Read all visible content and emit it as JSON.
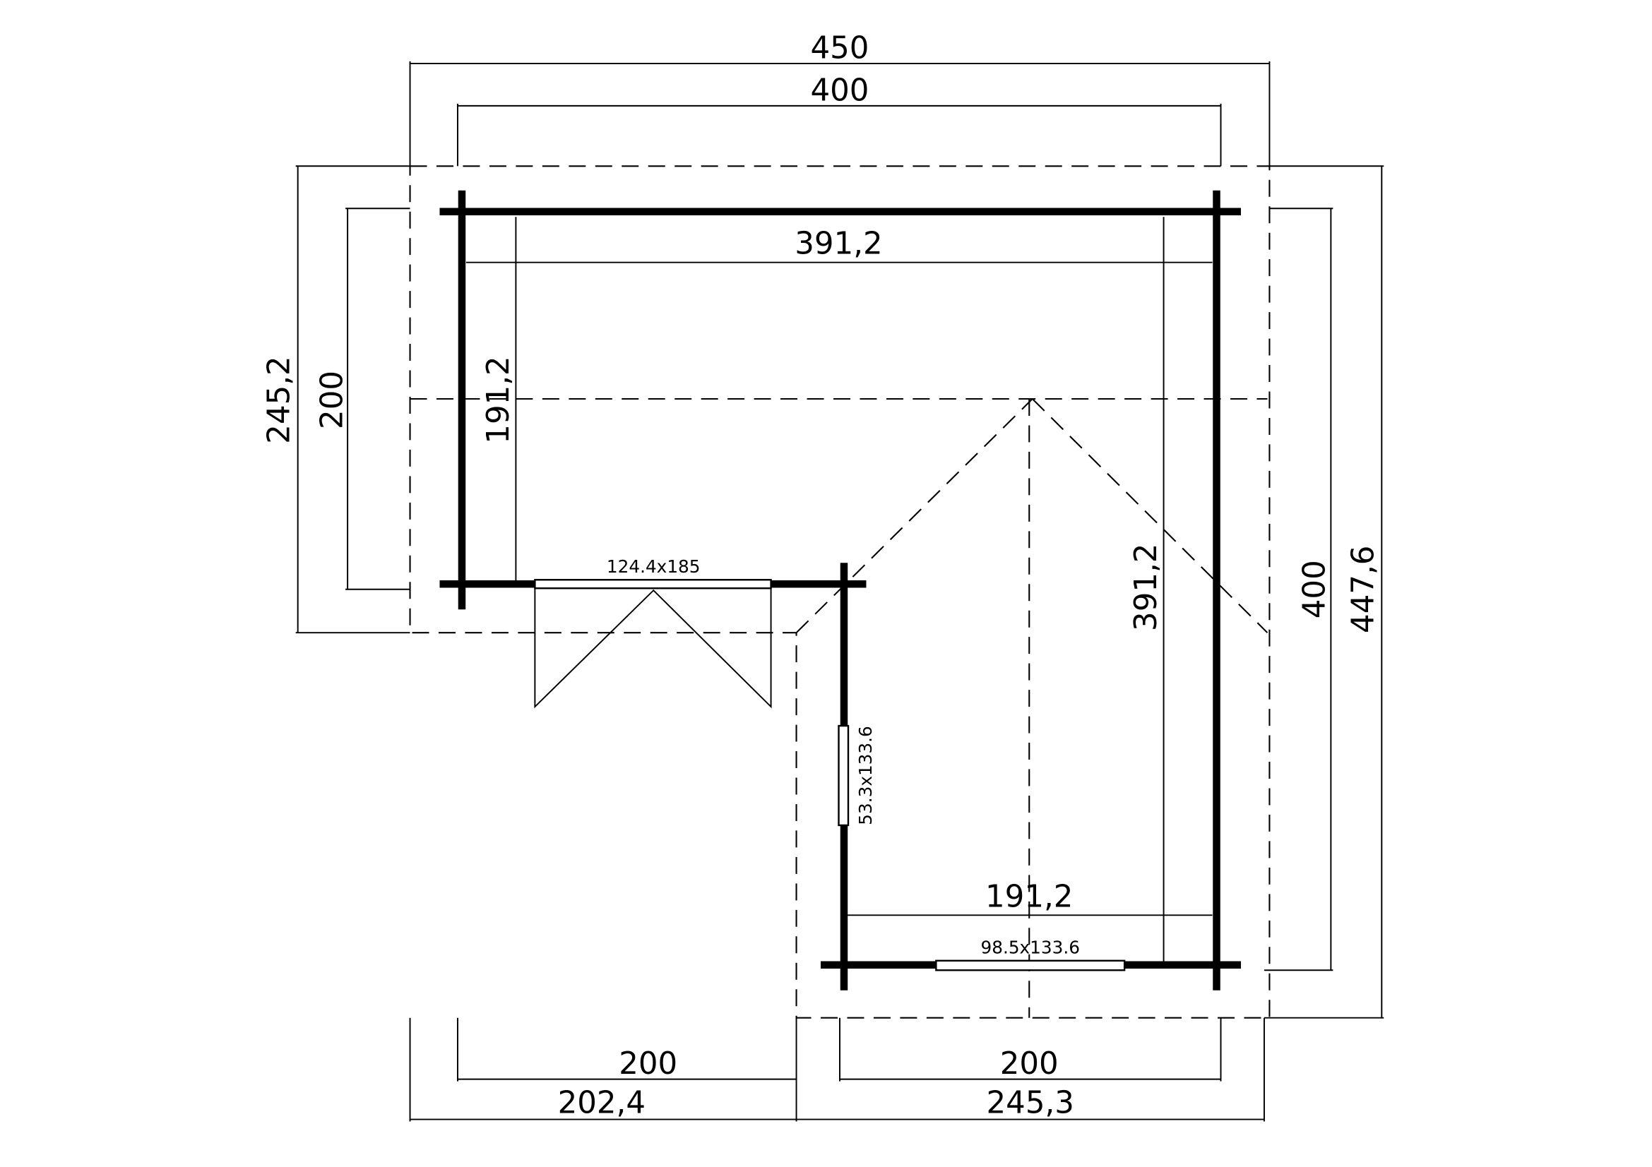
{
  "dimensions": {
    "top_overall": "450",
    "top_walls": "400",
    "left_overall": "245,2",
    "left_walls": "200",
    "left_inner": "191,2",
    "top_inner": "391,2",
    "right_inner": "391,2",
    "bottom_inner": "191,2",
    "right_walls": "400",
    "right_overall": "447,6",
    "bottom_left_walls": "200",
    "bottom_right_walls": "200",
    "bottom_left_overall": "202,4",
    "bottom_right_overall": "245,3"
  },
  "openings": {
    "door": "124.4x185",
    "side_window": "53.3x133.6",
    "bottom_window": "98.5x133.6"
  }
}
